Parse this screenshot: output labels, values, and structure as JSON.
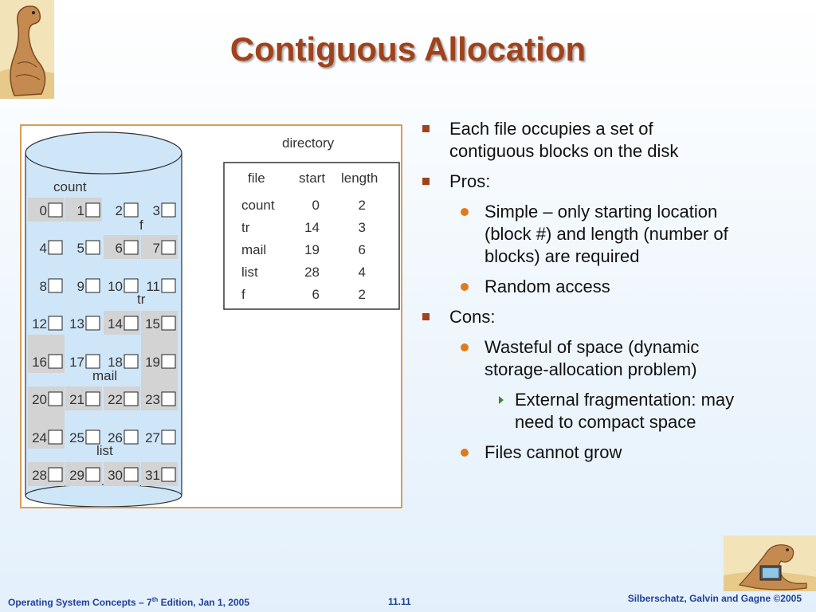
{
  "title": "Contiguous Allocation",
  "figure": {
    "directory_label": "directory",
    "table_headers": [
      "file",
      "start",
      "length"
    ],
    "table_rows": [
      [
        "count",
        "0",
        "2"
      ],
      [
        "tr",
        "14",
        "3"
      ],
      [
        "mail",
        "19",
        "6"
      ],
      [
        "list",
        "28",
        "4"
      ],
      [
        "f",
        "6",
        "2"
      ]
    ],
    "file_labels": [
      "count",
      "f",
      "tr",
      "mail",
      "list"
    ],
    "block_numbers": [
      "0",
      "1",
      "2",
      "3",
      "4",
      "5",
      "6",
      "7",
      "8",
      "9",
      "10",
      "11",
      "12",
      "13",
      "14",
      "15",
      "16",
      "17",
      "18",
      "19",
      "20",
      "21",
      "22",
      "23",
      "24",
      "25",
      "26",
      "27",
      "28",
      "29",
      "30",
      "31"
    ]
  },
  "bullets": [
    {
      "level": 1,
      "text": "Each file occupies a set of contiguous blocks on the disk"
    },
    {
      "level": 1,
      "text": "Pros:"
    },
    {
      "level": 2,
      "text": "Simple – only starting location (block #) and length (number of blocks) are required"
    },
    {
      "level": 2,
      "text": "Random access"
    },
    {
      "level": 1,
      "text": "Cons:"
    },
    {
      "level": 2,
      "text": "Wasteful of space (dynamic storage-allocation problem)"
    },
    {
      "level": 3,
      "text": "External fragmentation: may need to compact space"
    },
    {
      "level": 2,
      "text": "Files cannot grow"
    }
  ],
  "footer": {
    "left_prefix": "Operating System Concepts – 7",
    "left_sup": "th",
    "left_suffix": " Edition, Jan 1, 2005",
    "center": "11.11",
    "right": "Silberschatz, Galvin and Gagne ©2005"
  },
  "colors": {
    "title": "#a0421b",
    "footer": "#1f3f9a",
    "disk": "#cfe6f8",
    "highlight": "#d3d3d3"
  },
  "icons": [
    "dinosaur-logo-icon",
    "dinosaur-laptop-logo-icon"
  ]
}
